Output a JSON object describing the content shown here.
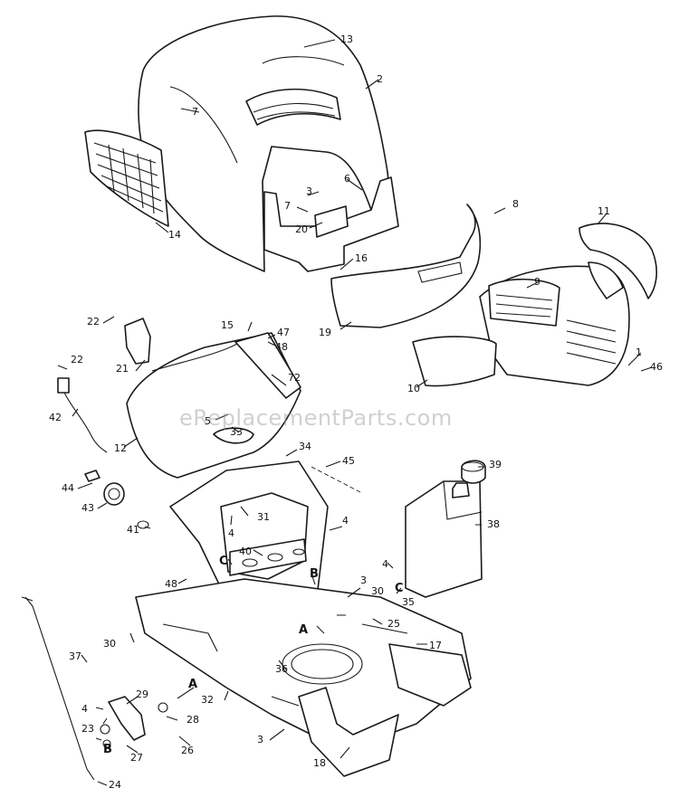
{
  "watermark": "eReplacementParts.com",
  "callouts": [
    "13",
    "2",
    "7",
    "14",
    "6",
    "3",
    "7",
    "20",
    "16",
    "8",
    "11",
    "9",
    "19",
    "1",
    "46",
    "10",
    "15",
    "47",
    "48",
    "22",
    "21",
    "22",
    "72",
    "42",
    "12",
    "5",
    "33",
    "34",
    "45",
    "39",
    "44",
    "43",
    "4",
    "31",
    "4",
    "38",
    "41",
    "40",
    "C",
    "B",
    "4",
    "3",
    "30",
    "48",
    "35",
    "C",
    "25",
    "37",
    "30",
    "A",
    "36",
    "17",
    "29",
    "4",
    "32",
    "A",
    "28",
    "23",
    "B",
    "27",
    "26",
    "3",
    "18",
    "24"
  ]
}
